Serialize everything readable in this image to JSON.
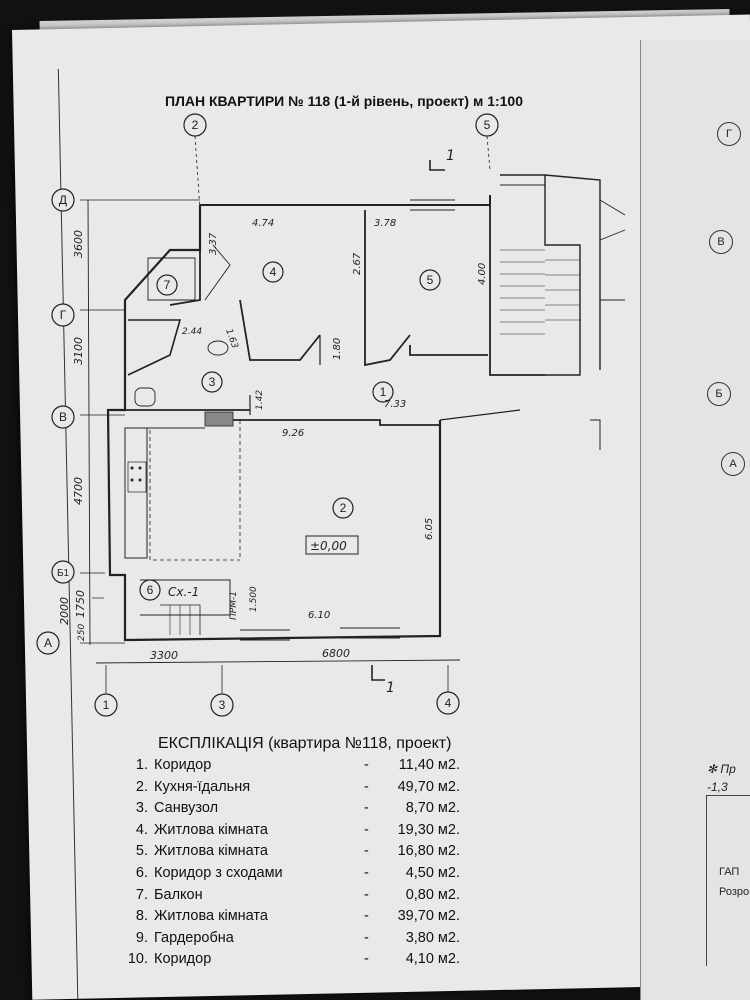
{
  "title": "ПЛАН КВАРТИРИ № 118  (1-й рівень, проект)   м 1:100",
  "axes": {
    "top": [
      "2",
      "5"
    ],
    "bottom": [
      "1",
      "3",
      "4"
    ],
    "left": [
      "Д",
      "Г",
      "В",
      "Б1",
      "А"
    ],
    "right_sheet": [
      "Г",
      "В",
      "Б",
      "А"
    ]
  },
  "section_marks": [
    "1",
    "1"
  ],
  "dimensions": {
    "left": [
      "3600",
      "3100",
      "4700",
      "2000",
      "1750",
      "250"
    ],
    "bottom": [
      "3300",
      "6800"
    ],
    "room": [
      "4.74",
      "3.78",
      "3.37",
      "2.67",
      "4.00",
      "2.44",
      "1.63",
      "1.80",
      "1.42",
      "9.26",
      "7.33",
      "6.05",
      "6.10",
      "1.500"
    ]
  },
  "room_numbers": [
    "1",
    "2",
    "3",
    "4",
    "5",
    "6",
    "7"
  ],
  "labels": {
    "level": "±0,00",
    "stair": "Сх.-1",
    "prm": "ПРМ-1"
  },
  "explication": {
    "title": "ЕКСПЛІКАЦІЯ",
    "subtitle": "(квартира №118, проект)",
    "rows": [
      {
        "num": "1.",
        "name": "Коридор",
        "dash": "-",
        "area": "11,40 м2."
      },
      {
        "num": "2.",
        "name": "Кухня-їдальня",
        "dash": "-",
        "area": "49,70 м2."
      },
      {
        "num": "3.",
        "name": "Санвузол",
        "dash": "-",
        "area": "8,70 м2."
      },
      {
        "num": "4.",
        "name": "Житлова кімната",
        "dash": "-",
        "area": "19,30 м2."
      },
      {
        "num": "5.",
        "name": "Житлова кімната",
        "dash": "-",
        "area": "16,80 м2."
      },
      {
        "num": "6.",
        "name": "Коридор з сходами",
        "dash": "-",
        "area": "4,50 м2."
      },
      {
        "num": "7.",
        "name": "Балкон",
        "dash": "-",
        "area": "0,80 м2."
      },
      {
        "num": "8.",
        "name": "Житлова кімната",
        "dash": "-",
        "area": "39,70 м2."
      },
      {
        "num": "9.",
        "name": "Гардеробна",
        "dash": "-",
        "area": "3,80 м2."
      },
      {
        "num": "10.",
        "name": "Коридор",
        "dash": "-",
        "area": "4,10 м2."
      }
    ]
  },
  "right_sheet": {
    "note": "✻ Пр",
    "note2": "-1,3",
    "stamp_gap": "ГАП",
    "stamp_dev": "Розро"
  }
}
